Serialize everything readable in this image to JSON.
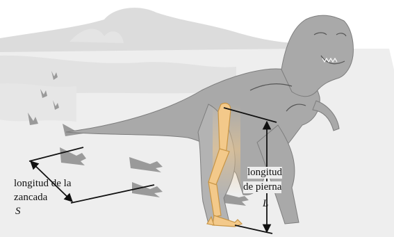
{
  "labels": {
    "stride_line1": "longitud de la",
    "stride_line2": "zancada",
    "stride_symbol": "S",
    "leg_line1": "longitud",
    "leg_line2": "de pierna",
    "leg_symbol": "L"
  },
  "colors": {
    "background": "#ffffff",
    "landscape": "#d7d7d7",
    "ground": "#eaeaea",
    "dinosaur": "#a9a9a9",
    "dinosaur_outline": "#7d7d7d",
    "footprint": "#9a9a9a",
    "leg_bone": "#f3c98a",
    "leg_bone_outline": "#c89545",
    "measure_line": "#111111"
  }
}
